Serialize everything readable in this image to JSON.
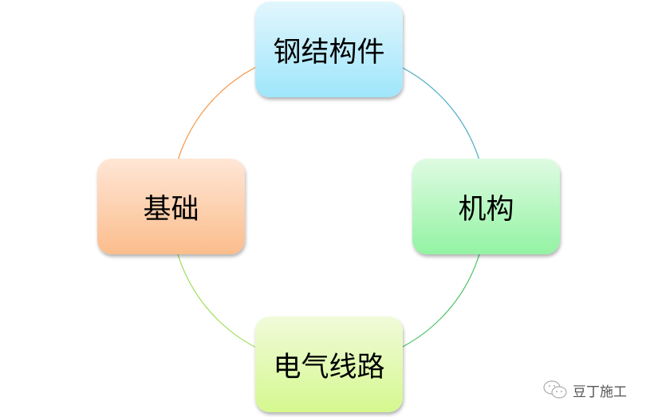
{
  "nodes": {
    "top": "钢结构件",
    "right": "机构",
    "bottom": "电气线路",
    "left": "基础"
  },
  "watermark": "豆丁施工",
  "colors": {
    "arc_top_right": "#4bacc6",
    "arc_right_bottom": "#4fc36a",
    "arc_bottom_left": "#9edf5c",
    "arc_left_top": "#f79646"
  }
}
